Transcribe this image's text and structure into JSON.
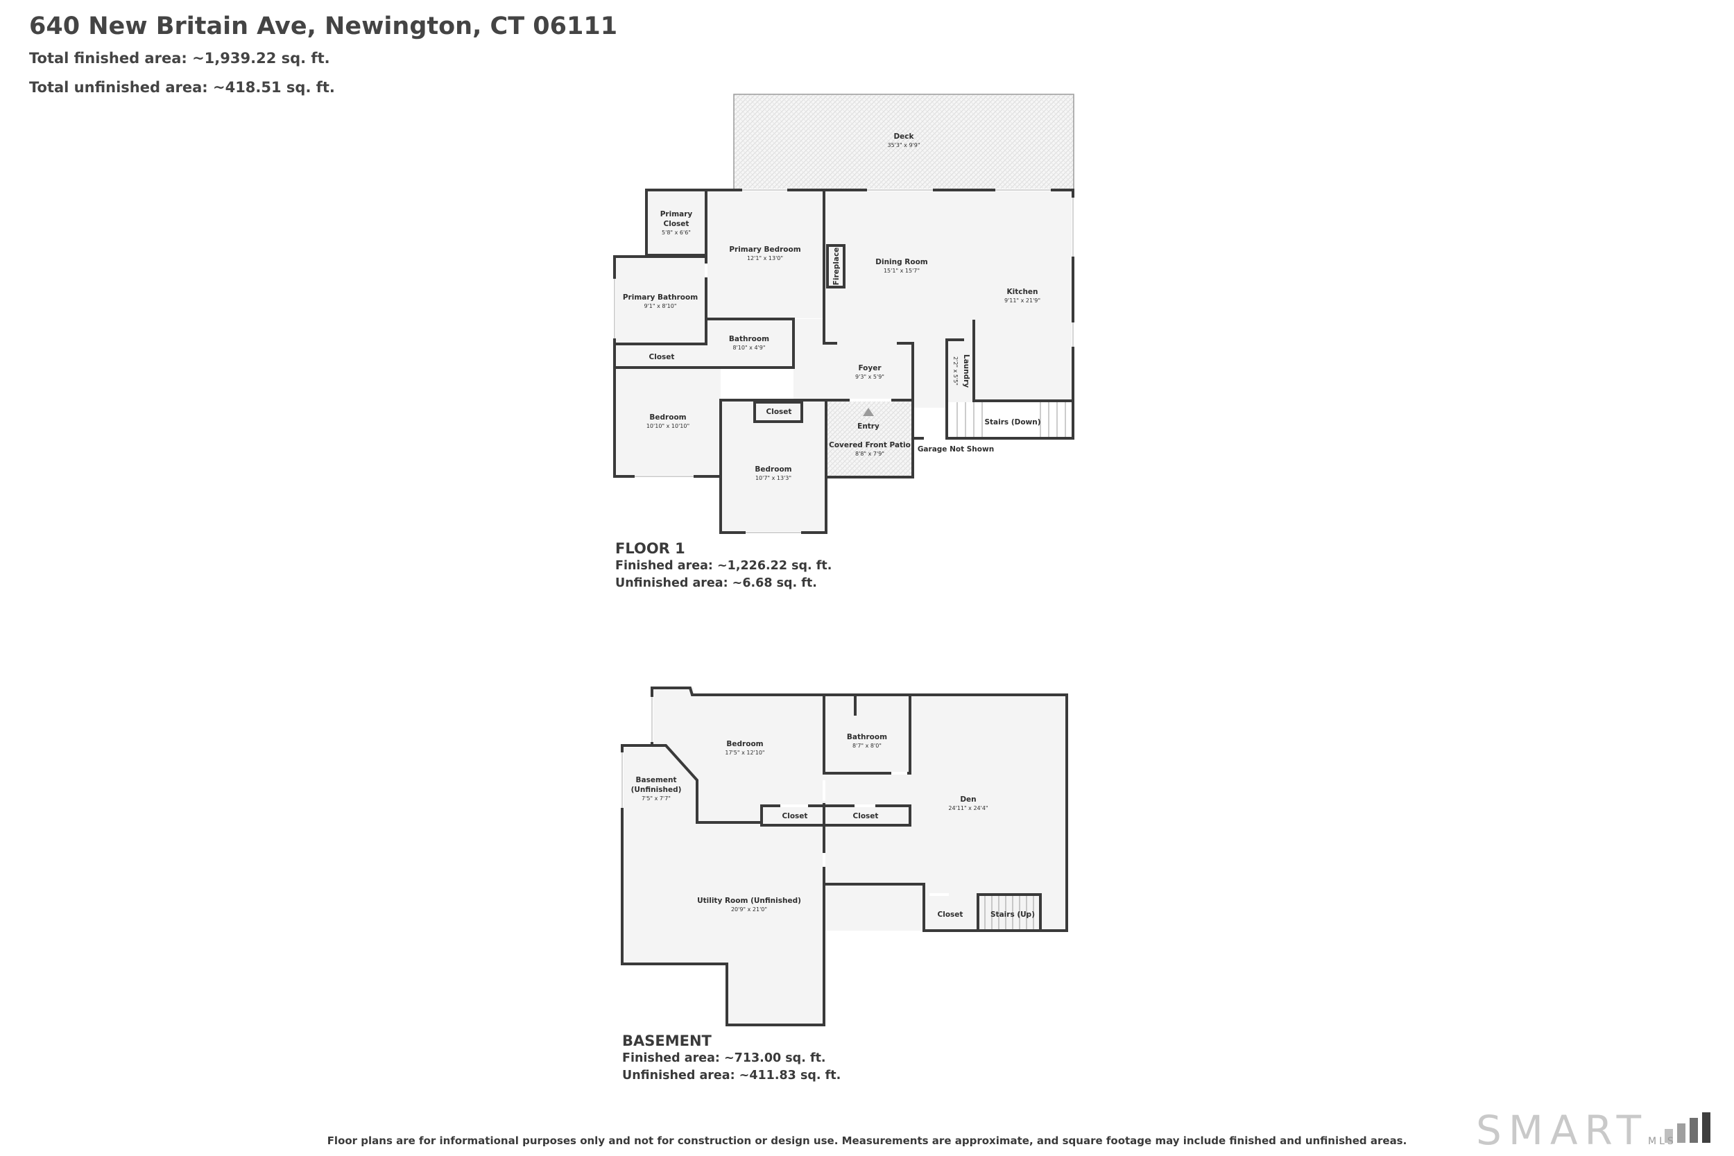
{
  "header": {
    "address": "640 New Britain Ave, Newington, CT 06111",
    "total_finished": "Total finished area: ~1,939.22 sq. ft.",
    "total_unfinished": "Total unfinished area: ~418.51 sq. ft."
  },
  "floor1": {
    "name": "FLOOR 1",
    "finished": "Finished area: ~1,226.22 sq. ft.",
    "unfinished": "Unfinished area: ~6.68 sq. ft.",
    "rooms": {
      "deck": {
        "name": "Deck",
        "dims": "35'3\" x 9'9\""
      },
      "primary_closet": {
        "name1": "Primary",
        "name2": "Closet",
        "dims": "5'8\" x 6'6\""
      },
      "primary_bedroom": {
        "name": "Primary Bedroom",
        "dims": "12'1\" x 13'0\""
      },
      "fireplace": {
        "name": "Fireplace"
      },
      "dining_room": {
        "name": "Dining Room",
        "dims": "15'1\" x 15'7\""
      },
      "kitchen": {
        "name": "Kitchen",
        "dims": "9'11\" x 21'9\""
      },
      "primary_bathroom": {
        "name": "Primary Bathroom",
        "dims": "9'1\" x 8'10\""
      },
      "bathroom": {
        "name": "Bathroom",
        "dims": "8'10\" x 4'9\""
      },
      "closet_hall": {
        "name": "Closet"
      },
      "foyer": {
        "name": "Foyer",
        "dims": "9'3\" x 5'9\""
      },
      "laundry": {
        "name": "Laundry",
        "dims": "2'2\" x 5'5\""
      },
      "stairs_down": {
        "name": "Stairs (Down)"
      },
      "bedroom_a": {
        "name": "Bedroom",
        "dims": "10'10\" x 10'10\""
      },
      "closet_small": {
        "name": "Closet"
      },
      "entry": {
        "name": "Entry"
      },
      "covered_patio": {
        "name": "Covered Front Patio",
        "dims": "8'8\" x 7'9\""
      },
      "garage_note": {
        "name": "Garage Not Shown"
      },
      "bedroom_b": {
        "name": "Bedroom",
        "dims": "10'7\" x 13'3\""
      }
    }
  },
  "basement": {
    "name": "BASEMENT",
    "finished": "Finished area: ~713.00 sq. ft.",
    "unfinished": "Unfinished area: ~411.83 sq. ft.",
    "rooms": {
      "bedroom": {
        "name": "Bedroom",
        "dims": "17'5\" x 12'10\""
      },
      "bathroom": {
        "name": "Bathroom",
        "dims": "8'7\" x 8'0\""
      },
      "basement_unfinished": {
        "name1": "Basement",
        "name2": "(Unfinished)",
        "dims": "7'5\" x 7'7\""
      },
      "closet_1": {
        "name": "Closet"
      },
      "closet_2": {
        "name": "Closet"
      },
      "den": {
        "name": "Den",
        "dims": "24'11\" x 24'4\""
      },
      "utility_room": {
        "name": "Utility Room (Unfinished)",
        "dims": "20'9\" x 21'0\""
      },
      "closet_3": {
        "name": "Closet"
      },
      "stairs_up": {
        "name": "Stairs (Up)"
      }
    }
  },
  "disclaimer": "Floor plans are for informational purposes only and not for construction or design use. Measurements are approximate, and square footage may include finished and unfinished areas.",
  "logo": {
    "main": "SMART",
    "sub": "MLS"
  },
  "colors": {
    "wall": "#3a3a3a",
    "floor": "#f4f4f4",
    "line": "#9a9a9a"
  }
}
